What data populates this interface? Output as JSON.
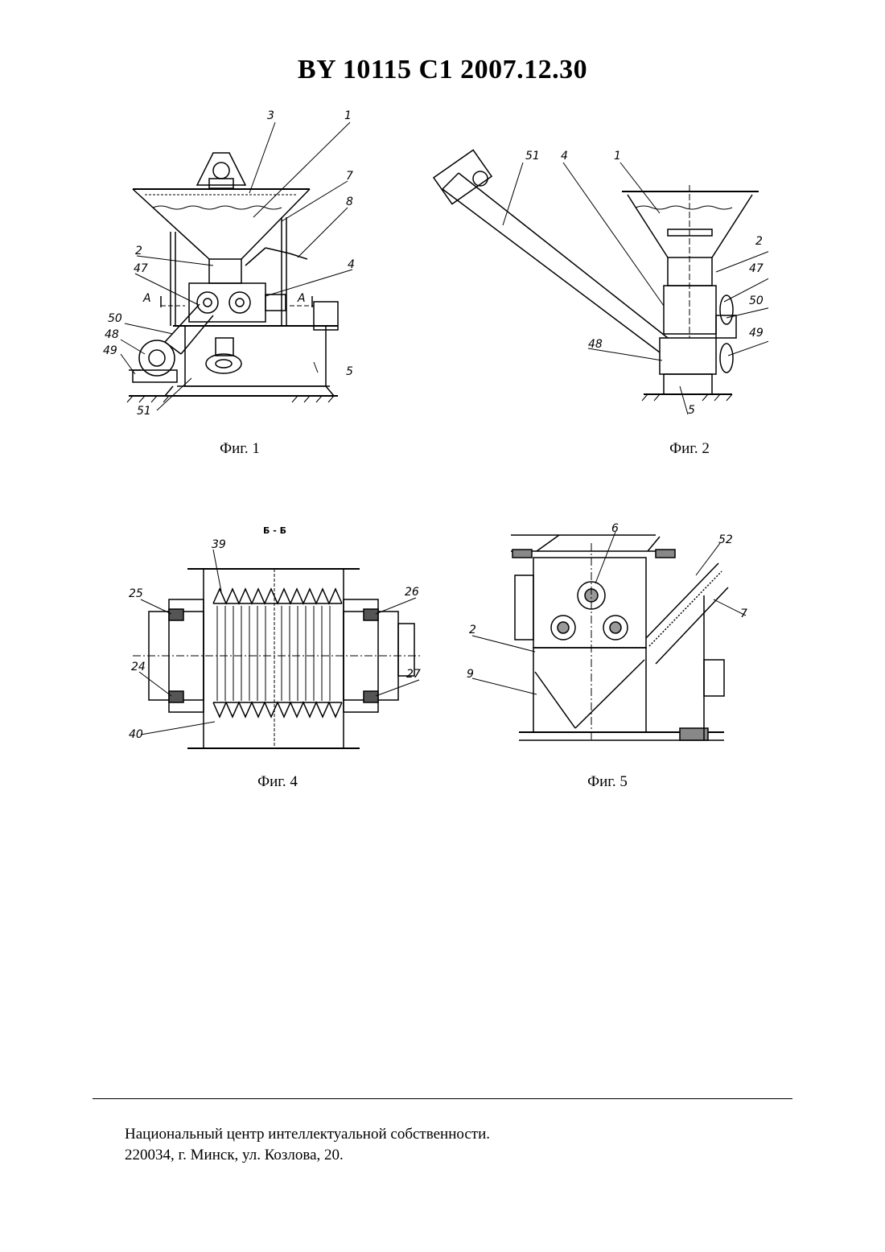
{
  "header": {
    "title": "BY  10115  C1  2007.12.30"
  },
  "figures": [
    {
      "caption": "Фиг. 1",
      "labels": [
        "3",
        "1",
        "7",
        "8",
        "2",
        "47",
        "4",
        "A",
        "A",
        "50",
        "48",
        "49",
        "5",
        "51"
      ]
    },
    {
      "caption": "Фиг. 2",
      "labels": [
        "51",
        "4",
        "1",
        "2",
        "47",
        "50",
        "48",
        "49",
        "5"
      ]
    },
    {
      "caption": "Фиг. 4",
      "section": "Б - Б",
      "labels": [
        "39",
        "25",
        "26",
        "24",
        "27",
        "40"
      ]
    },
    {
      "caption": "Фиг. 5",
      "labels": [
        "6",
        "52",
        "7",
        "2",
        "9"
      ]
    }
  ],
  "footer": {
    "line1": "Национальный центр интеллектуальной собственности.",
    "line2": "220034, г. Минск, ул. Козлова, 20."
  }
}
